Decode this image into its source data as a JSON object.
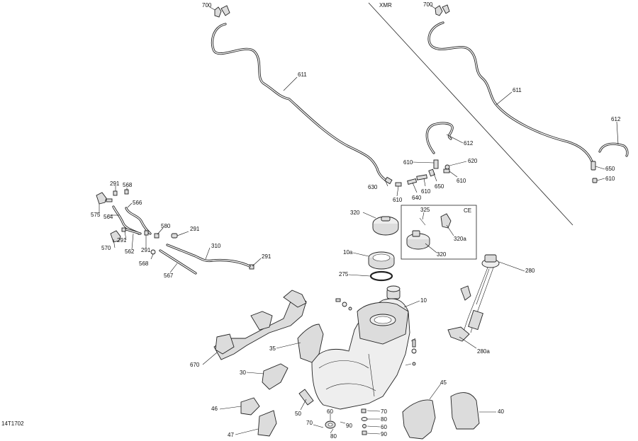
{
  "labels": {
    "l700a": "700",
    "l700b": "700",
    "l611a": "611",
    "l611b": "611",
    "l612a": "612",
    "l612b": "612",
    "l610a": "610",
    "l610b": "610",
    "l610c": "610",
    "l610d": "610",
    "l610e": "610",
    "l620": "620",
    "l650a": "650",
    "l650b": "650",
    "l640": "640",
    "l630": "630",
    "l291a": "291",
    "l291b": "291",
    "l291c": "291",
    "l291d": "291",
    "l291e": "291",
    "l568a": "568",
    "l568b": "568",
    "l566": "566",
    "l564": "564",
    "l575": "575",
    "l570": "570",
    "l562": "562",
    "l580": "580",
    "l310": "310",
    "l567": "567",
    "l320a": "320",
    "l320b": "320",
    "l320c": "320a",
    "l325": "325",
    "l10a": "10a",
    "l275": "275",
    "l10": "10",
    "l280": "280",
    "l280a": "280a",
    "l35": "35",
    "l670": "670",
    "l30": "30",
    "l46": "46",
    "l47": "47",
    "l50": "50",
    "l60a": "60",
    "l60b": "60",
    "l70a": "70",
    "l70b": "70",
    "l80a": "80",
    "l80b": "80",
    "l90a": "90",
    "l90b": "90",
    "l45": "45",
    "l40": "40"
  },
  "variant_label": "XMR",
  "region_label": "CE",
  "drawing_id": "14T1702"
}
